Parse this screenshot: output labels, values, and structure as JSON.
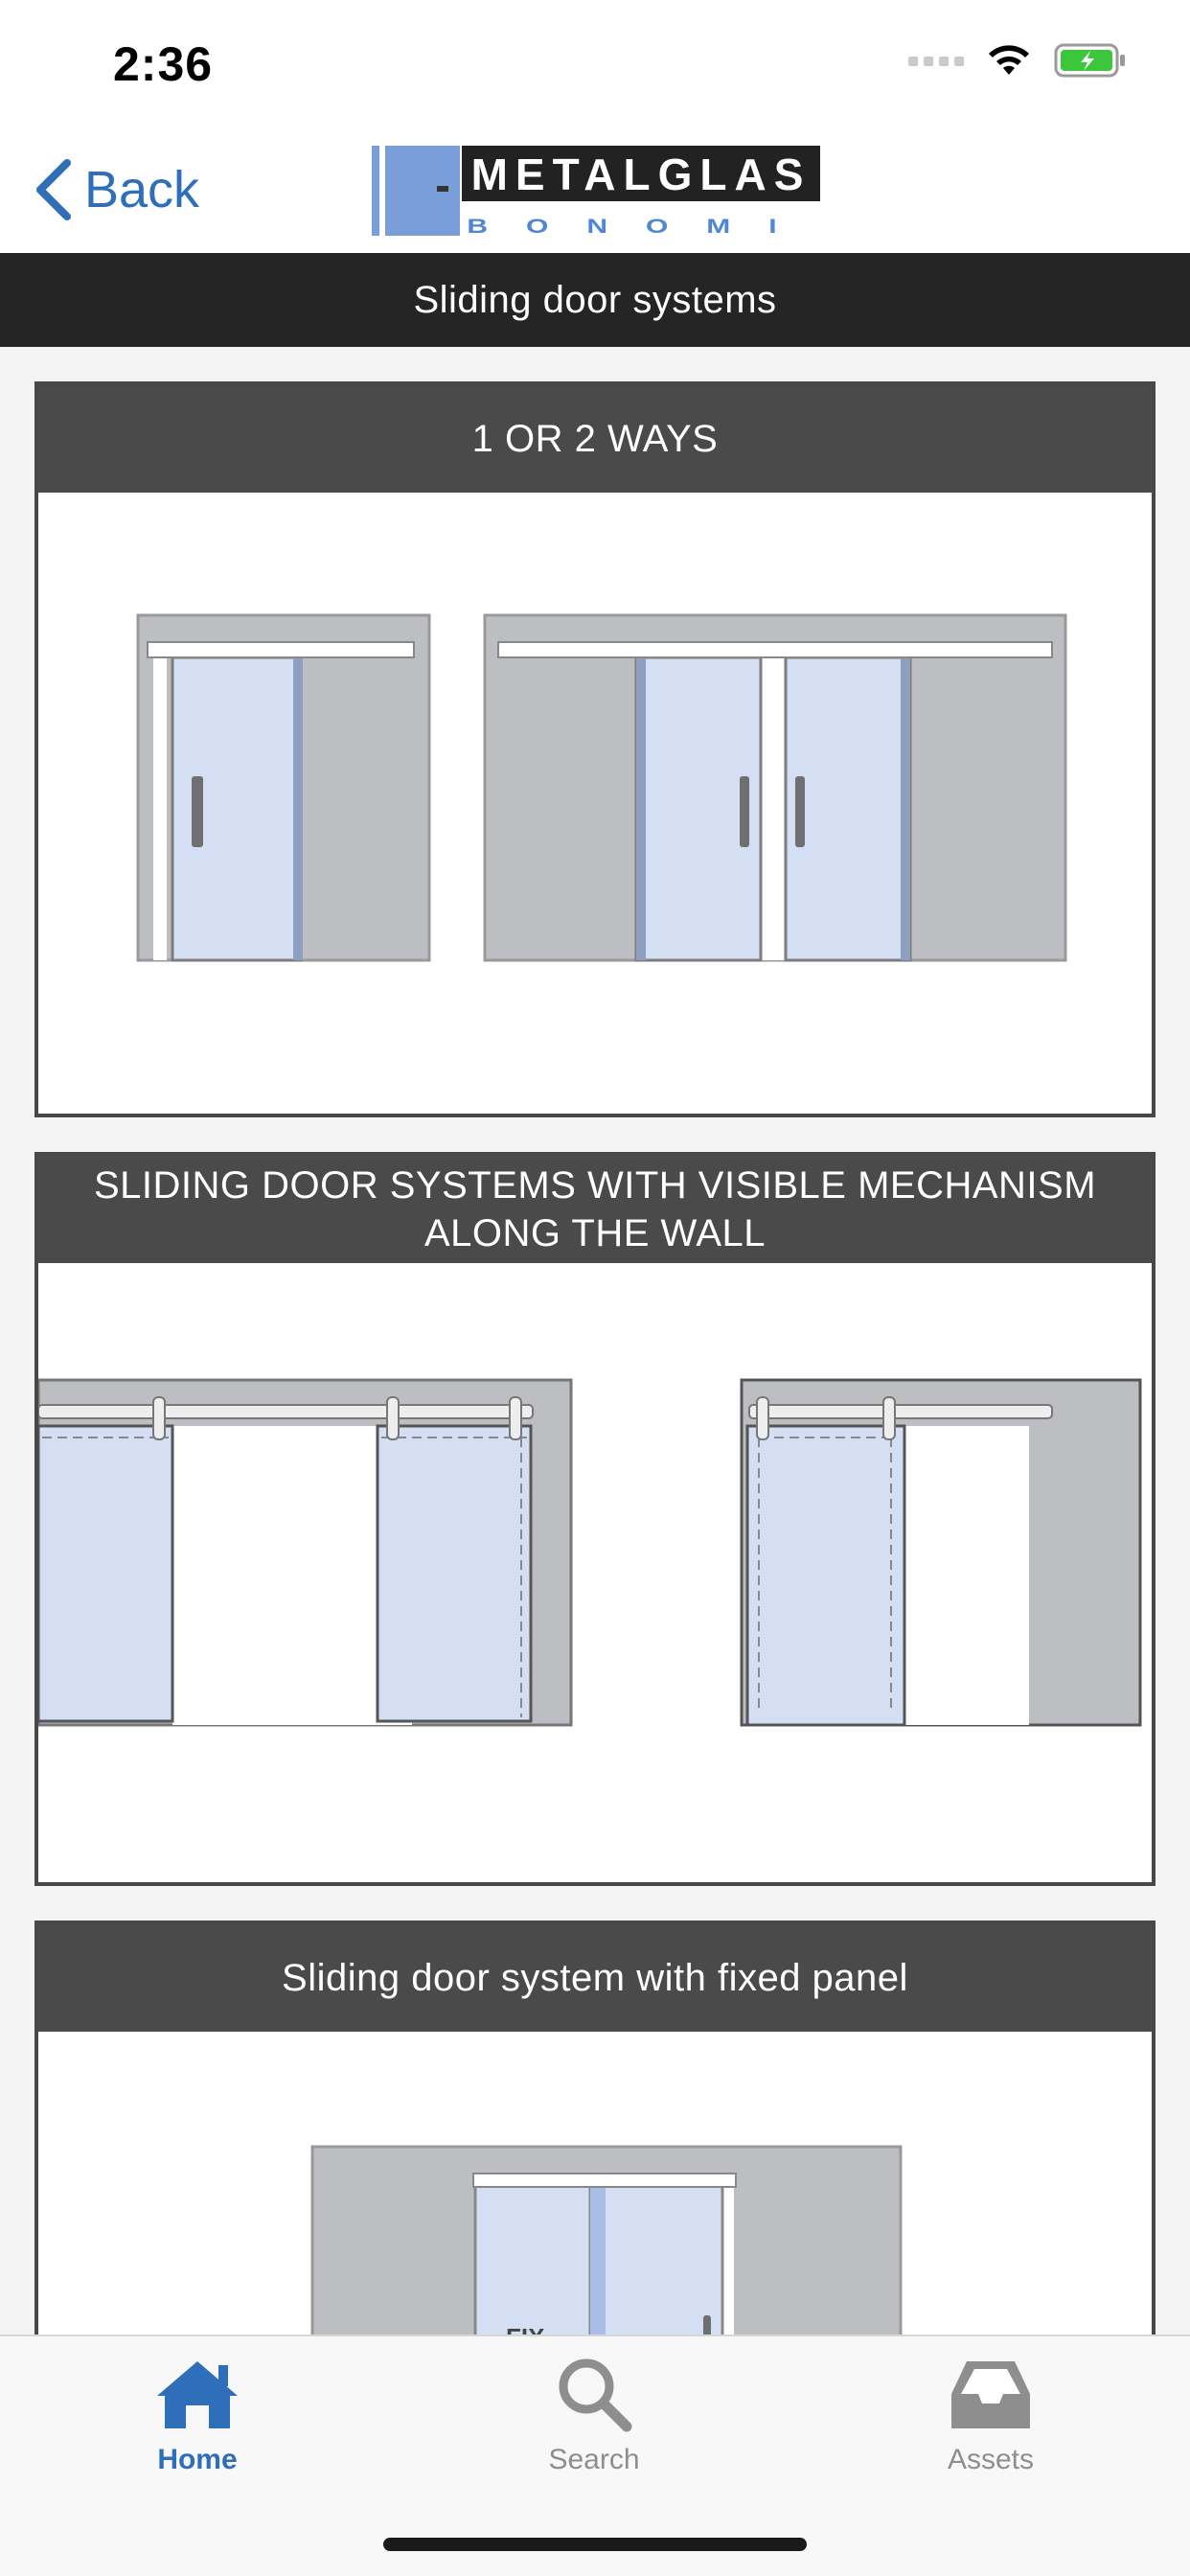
{
  "status": {
    "time": "2:36"
  },
  "nav": {
    "back_label": "Back",
    "logo": {
      "line1": "METALGLAS",
      "line2": "BONOMI"
    }
  },
  "section_title": "Sliding door systems",
  "cards": [
    {
      "title": "1 OR 2 WAYS"
    },
    {
      "title": "SLIDING DOOR SYSTEMS WITH VISIBLE MECHANISM ALONG THE WALL"
    },
    {
      "title": "Sliding door system with fixed panel",
      "diagram_label": "FIX"
    }
  ],
  "tabs": [
    {
      "label": "Home",
      "icon": "home-icon",
      "active": true
    },
    {
      "label": "Search",
      "icon": "search-icon",
      "active": false
    },
    {
      "label": "Assets",
      "icon": "inbox-icon",
      "active": false
    }
  ],
  "colors": {
    "accent": "#2f6fba",
    "header_dark": "#252525",
    "card_header": "#4a4a4a",
    "glass": "#d4dff4",
    "wall": "#bdbec2",
    "battery": "#3cc63c"
  }
}
